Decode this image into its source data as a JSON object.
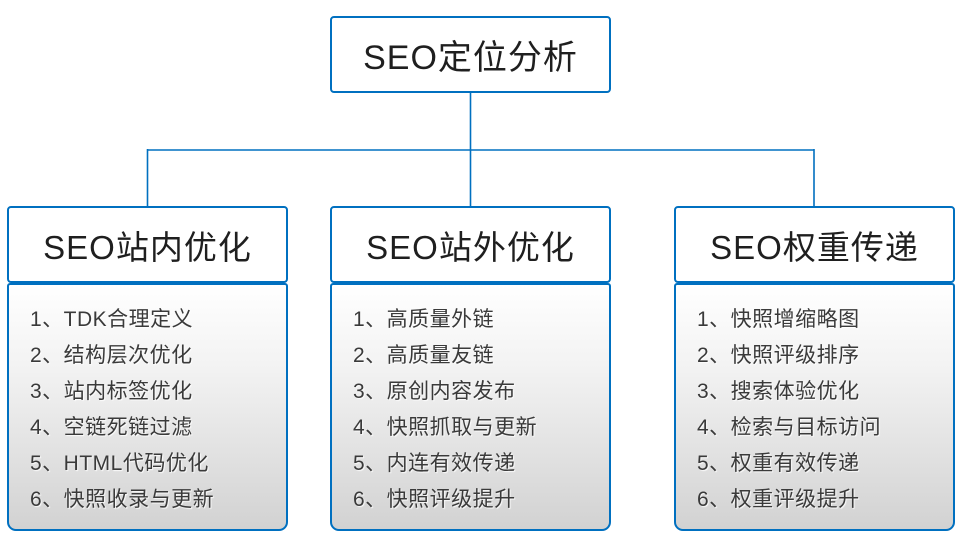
{
  "diagram": {
    "root": {
      "label": "SEO定位分析"
    },
    "branches": [
      {
        "title": "SEO站内优化",
        "items": [
          "1、TDK合理定义",
          "2、结构层次优化",
          "3、站内标签优化",
          "4、空链死链过滤",
          "5、HTML代码优化",
          "6、快照收录与更新"
        ]
      },
      {
        "title": "SEO站外优化",
        "items": [
          "1、高质量外链",
          "2、高质量友链",
          "3、原创内容发布",
          "4、快照抓取与更新",
          "5、内连有效传递",
          "6、快照评级提升"
        ]
      },
      {
        "title": "SEO权重传递",
        "items": [
          "1、快照增缩略图",
          "2、快照评级排序",
          "3、搜索体验优化",
          "4、检索与目标访问",
          "5、权重有效传递",
          "6、权重评级提升"
        ]
      }
    ],
    "colors": {
      "line": "#0070C0",
      "box_border": "#0070C0",
      "body_gradient_bottom": "#d2d2d2"
    }
  }
}
